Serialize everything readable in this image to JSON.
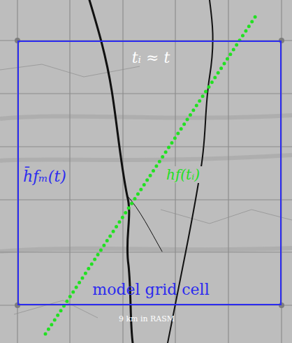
{
  "diagram": {
    "nodes": [
      {
        "text": [
          "tᵢ ≈ t",
          "h̄fₘ(t)",
          "model grid cell"
        ]
      }
    ],
    "labels": [
      "hf(tᵢ)",
      "9 km in RASM"
    ]
  }
}
